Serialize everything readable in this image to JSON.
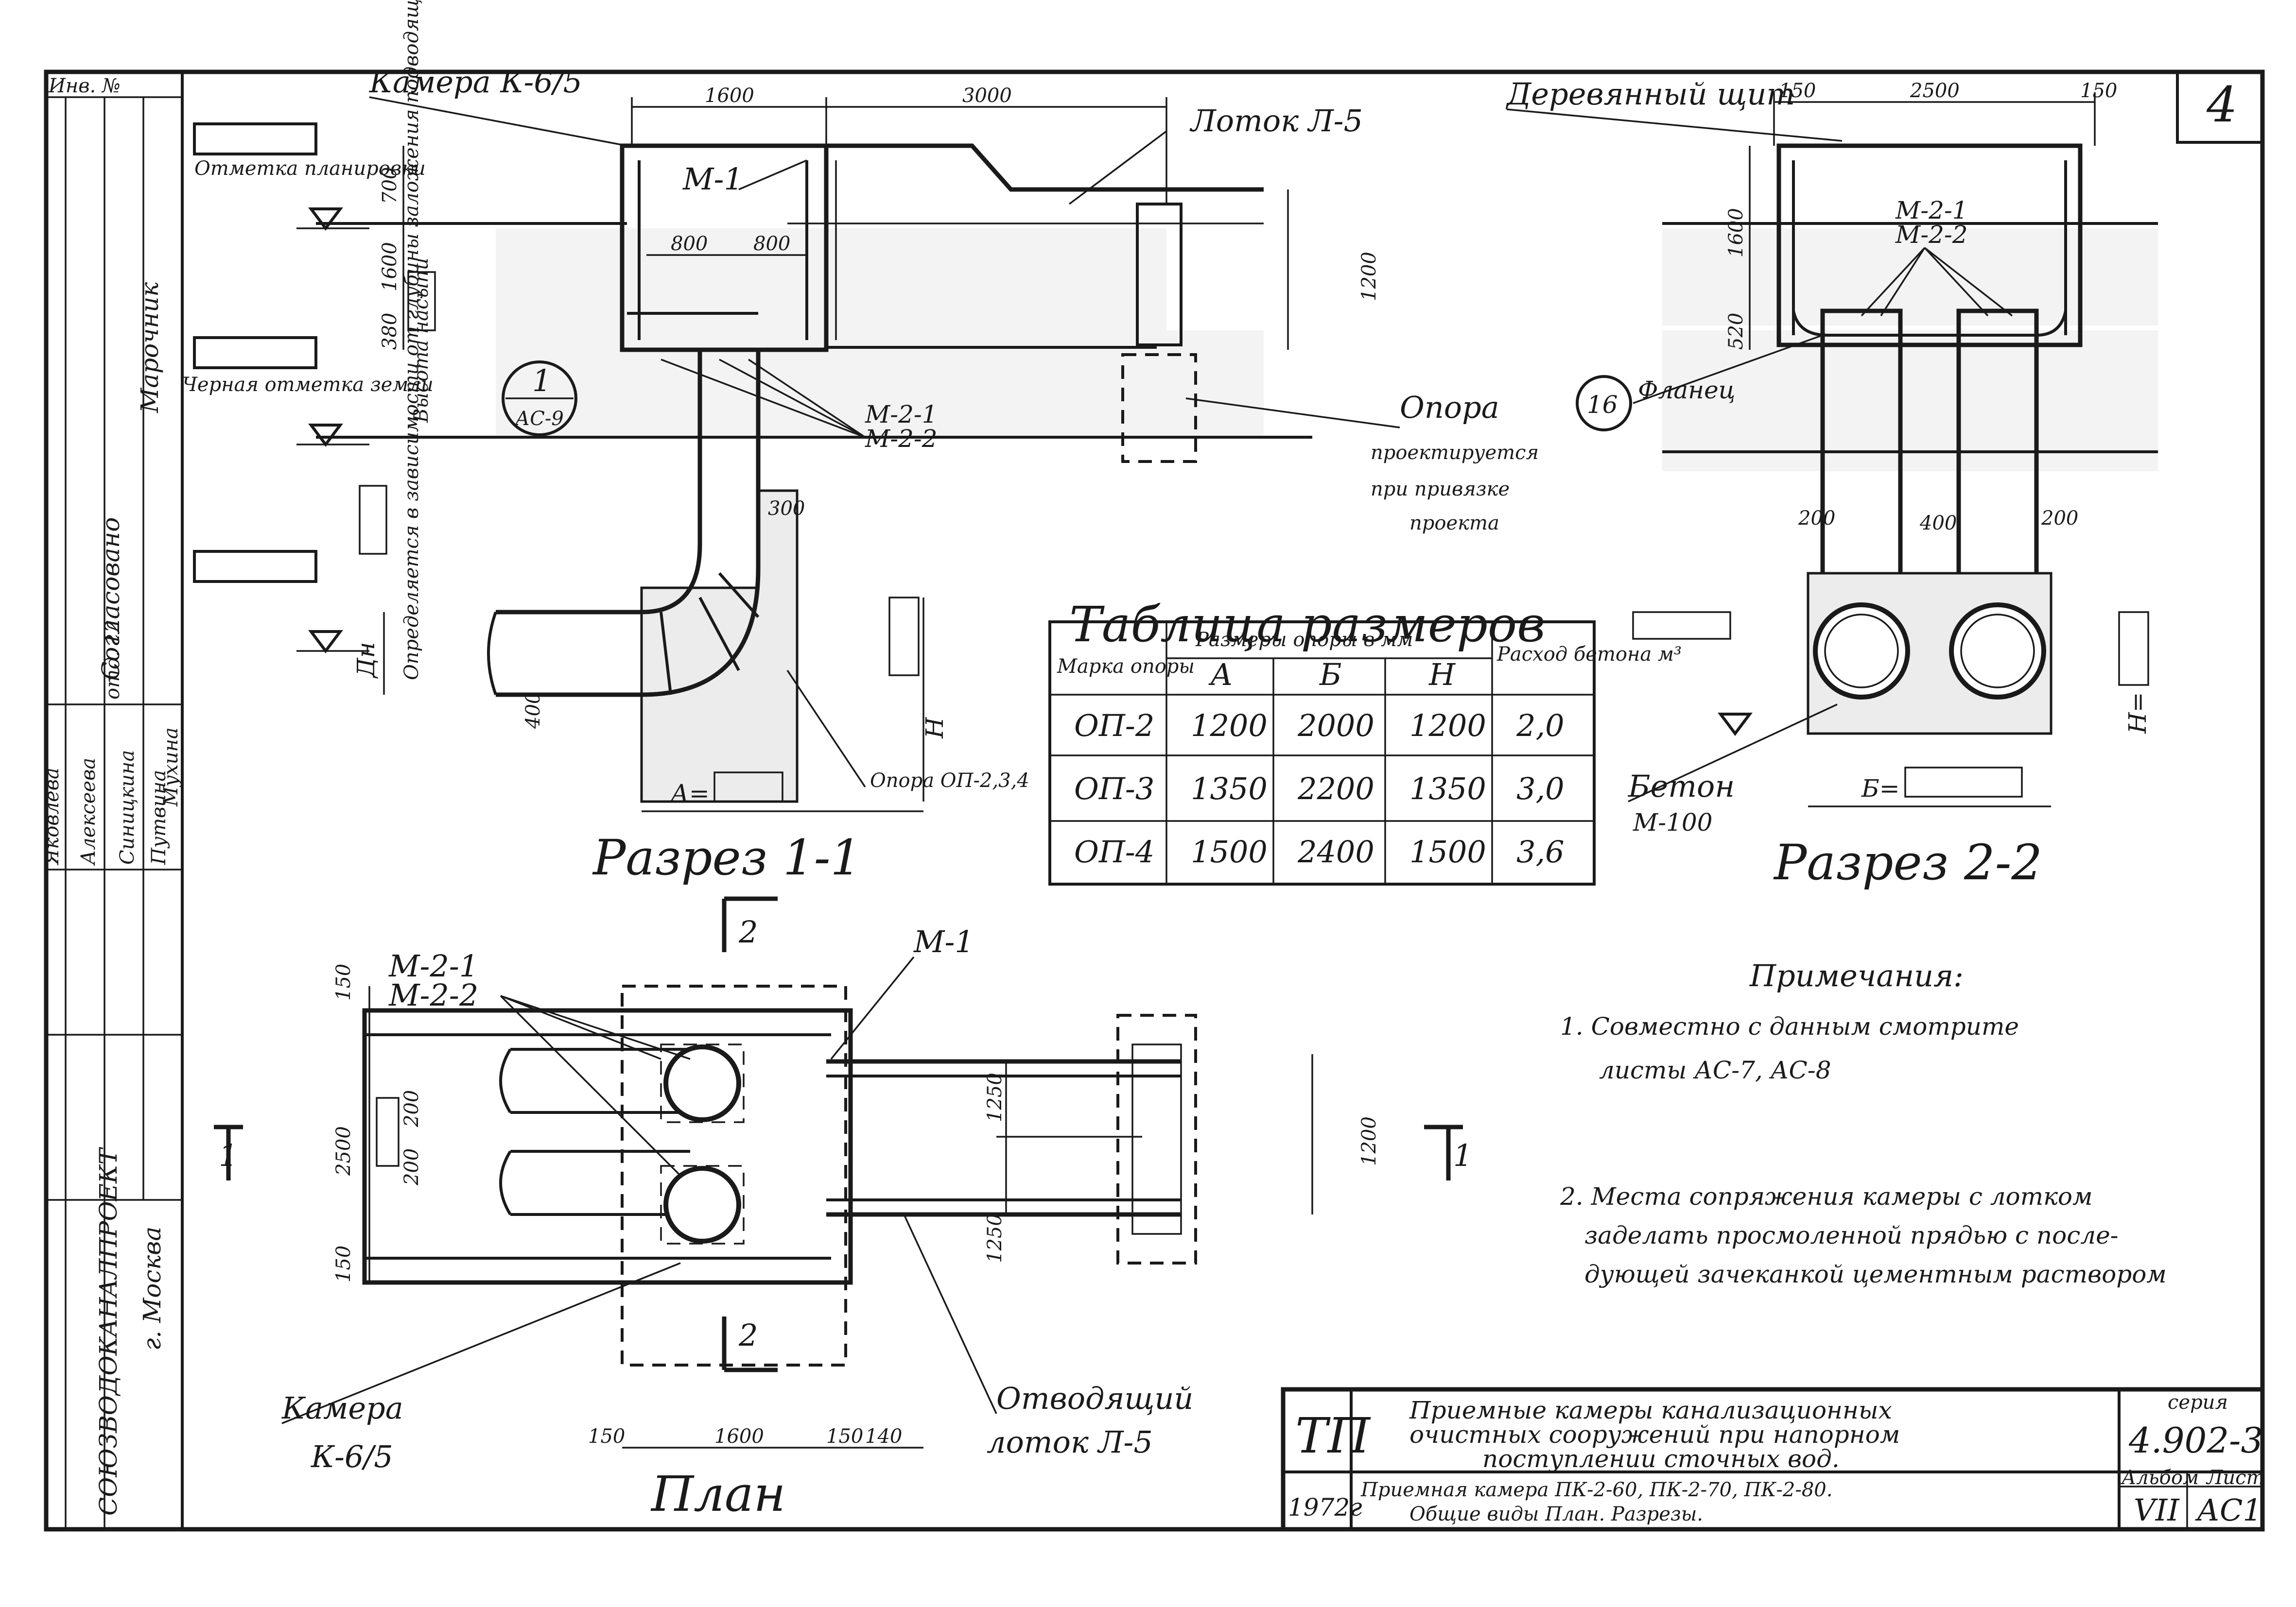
{
  "sheet": {
    "page_number": "4",
    "corner_note": "Инв. №"
  },
  "section1": {
    "title": "Разрез 1-1",
    "camera_label": "Камера К-6/5",
    "tray_label": "Лоток Л-5",
    "elev_planning": "Отметка планировки",
    "elev_black": "Черная отметка земли",
    "fill_height": "Высота насыпи",
    "depth_note": "Определяется в зависимости от глубины заложения подводящего трубопровода",
    "support_note_1": "Опора",
    "support_note_2": "проектируется",
    "support_note_3": "при привязке",
    "support_note_4": "проекта",
    "support_op": "Опора ОП-2,3,4",
    "callout_num": "1",
    "callout_ref": "АС-9",
    "m1": "М-1",
    "m21": "М-2-1",
    "m22": "М-2-2",
    "dim_1600": "1600",
    "dim_3000": "3000",
    "dim_800a": "800",
    "dim_800b": "800",
    "dim_700": "700",
    "dim_1600v": "1600",
    "dim_380": "380",
    "dim_1200": "1200",
    "dim_300": "300",
    "dim_400": "400",
    "dim_dn": "Дн",
    "dim_h": "Н",
    "dim_a": "А="
  },
  "section2": {
    "title": "Разрез 2-2",
    "wood_shield": "Деревянный щит",
    "flange_num": "16",
    "flange_label": "Фланец",
    "m21": "М-2-1",
    "m22": "М-2-2",
    "concrete": "Бетон",
    "concrete_grade": "М-100",
    "dim_150a": "150",
    "dim_2500": "2500",
    "dim_150b": "150",
    "dim_1600": "1600",
    "dim_520": "520",
    "dim_200a": "200",
    "dim_400": "400",
    "dim_200b": "200",
    "dim_h": "Н=",
    "dim_b": "Б="
  },
  "table": {
    "title": "Таблица размеров",
    "col_mark": "Марка опоры",
    "col_sizes": "Размеры опоры в мм",
    "col_a": "А",
    "col_b": "Б",
    "col_h": "Н",
    "col_conc": "Расход бетона м³",
    "rows": [
      {
        "mark": "ОП-2",
        "a": "1200",
        "b": "2000",
        "h": "1200",
        "conc": "2,0"
      },
      {
        "mark": "ОП-3",
        "a": "1350",
        "b": "2200",
        "h": "1350",
        "conc": "3,0"
      },
      {
        "mark": "ОП-4",
        "a": "1500",
        "b": "2400",
        "h": "1500",
        "conc": "3,6"
      }
    ]
  },
  "plan": {
    "title": "План",
    "camera_1": "Камера",
    "camera_2": "К-6/5",
    "tray_1": "Отводящий",
    "tray_2": "лоток Л-5",
    "m21": "М-2-1",
    "m22": "М-2-2",
    "m1": "М-1",
    "sec2_top": "2",
    "sec2_bot": "2",
    "sec1_left": "1",
    "sec1_right": "1",
    "dim_150a": "150",
    "dim_2500": "2500",
    "dim_150b": "150",
    "dim_200a": "200",
    "dim_200b": "200",
    "dim_1250a": "1250",
    "dim_1250b": "1250",
    "dim_1200": "1200",
    "dim_b150": "150",
    "dim_b1600": "1600",
    "dim_b150b": "150",
    "dim_b140": "140"
  },
  "notes": {
    "title": "Примечания:",
    "n1a": "1. Совместно с данным смотрите",
    "n1b": "листы АС-7, АС-8",
    "n2a": "2. Места сопряжения камеры с лотком",
    "n2b": "заделать просмоленной прядью с после-",
    "n2c": "дующей зачеканкой цементным раствором"
  },
  "title_block": {
    "org": "ТП",
    "year": "1972г",
    "title_1": "Приемные камеры канализационных",
    "title_2": "очистных сооружений при напорном",
    "title_3": "поступлении сточных вод.",
    "subtitle_1": "Приемная камера ПК-2-60, ПК-2-70, ПК-2-80.",
    "subtitle_2": "Общие виды План. Разрезы.",
    "series_label": "серия",
    "series": "4.902-3",
    "album_label": "Альбом",
    "album": "VII",
    "sheet_label": "Лист",
    "sheet": "АС1"
  },
  "side_stamp": {
    "approved": "Согласовано",
    "agreed_name": "Марочник",
    "city": "г. Москва",
    "institute": "СОЮЗВОДОКАНАЛПРОЕКТ",
    "dept": "отд. 12",
    "names": [
      "Яковлева",
      "Алексеева",
      "Синицкина",
      "Путвина",
      "Мухина"
    ]
  }
}
